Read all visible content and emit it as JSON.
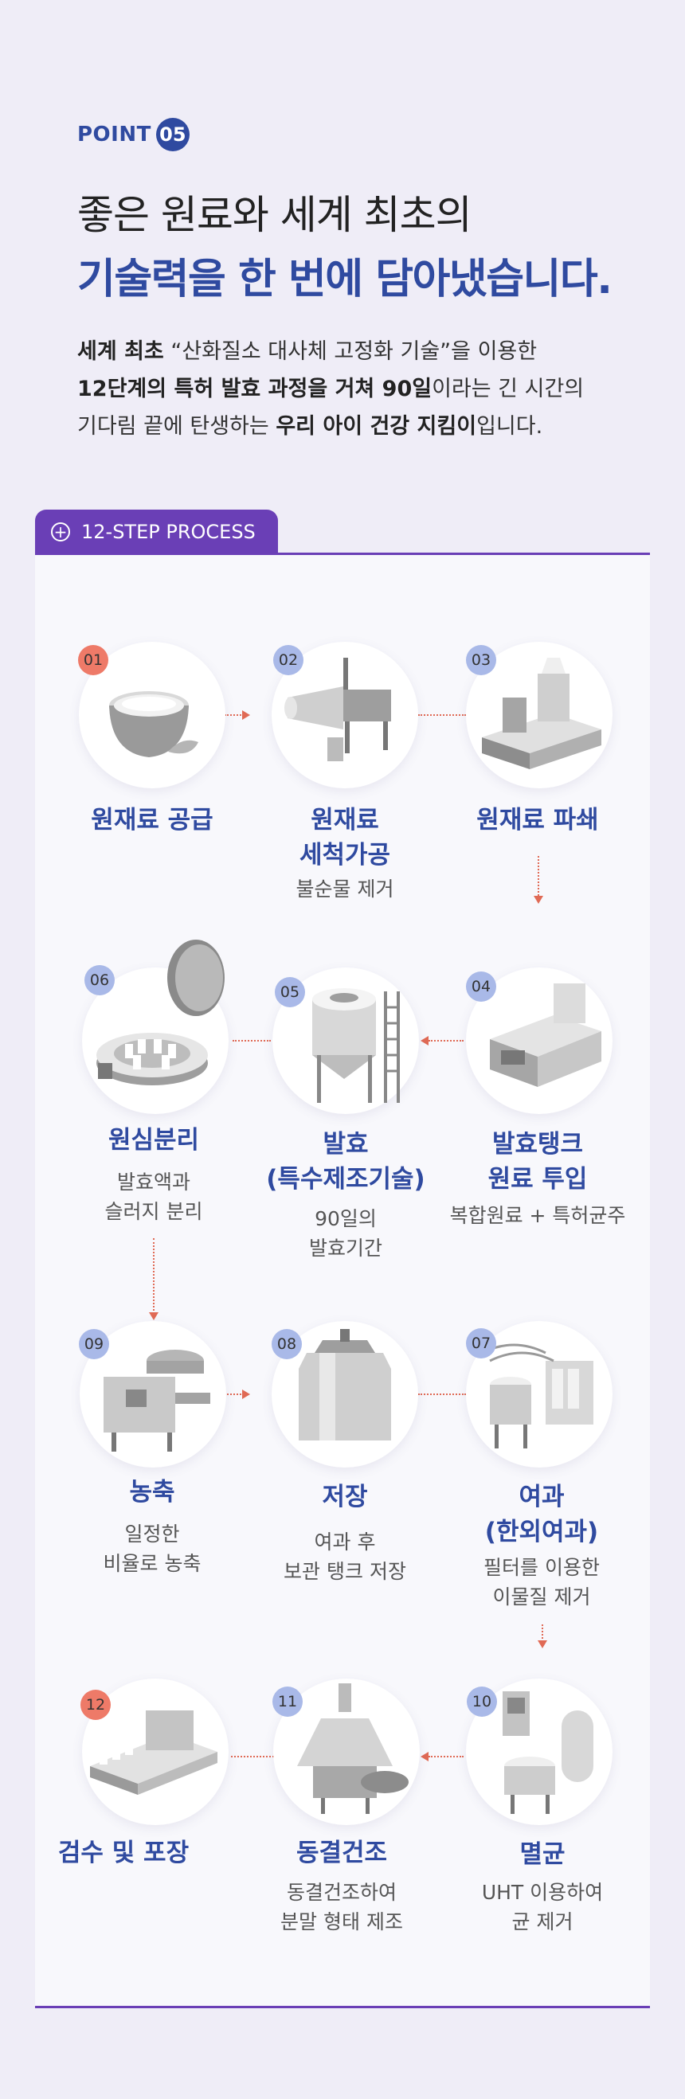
{
  "header": {
    "point_label": "POINT",
    "point_number": "05",
    "title_line1": "좋은 원료와 세계 최초의",
    "title_line2": "기술력을 한 번에 담아냈습니다."
  },
  "description": {
    "line1_bold": "세계 최초",
    "line1_rest": " “산화질소 대사체 고정화 기술”을 이용한",
    "line2_bold": "12단계의 특허 발효 과정을 거쳐 90일",
    "line2_rest": "이라는 긴 시간의",
    "line3_start": "기다림 끝에 탄생하는 ",
    "line3_bold": "우리 아이 건강 지킴이",
    "line3_end": "입니다."
  },
  "process_tab": {
    "icon": "plus-circle-icon",
    "label": "12-STEP PROCESS"
  },
  "colors": {
    "accent_blue": "#2f4aa0",
    "accent_purple": "#6a3fb6",
    "connector_red": "#e06a55"
  },
  "steps": [
    {
      "num": "01",
      "title": "원재료 공급",
      "desc": "",
      "icon": "raw-material-bowl-icon"
    },
    {
      "num": "02",
      "title": "원재료\n세척가공",
      "desc": "불순물 제거",
      "icon": "washing-machine-icon"
    },
    {
      "num": "03",
      "title": "원재료 파쇄",
      "desc": "",
      "icon": "crusher-machine-icon"
    },
    {
      "num": "04",
      "title": "발효탱크\n원료 투입",
      "desc": "복합원료 + 특허균주",
      "icon": "fermentation-feeder-icon"
    },
    {
      "num": "05",
      "title": "발효\n(특수제조기술)",
      "desc": "90일의\n발효기간",
      "icon": "fermentation-tank-icon"
    },
    {
      "num": "06",
      "title": "원심분리",
      "desc": "발효액과\n슬러지 분리",
      "icon": "centrifuge-icon"
    },
    {
      "num": "07",
      "title": "여과\n(한외여과)",
      "desc": "필터를 이용한\n이물질 제거",
      "icon": "filtration-system-icon"
    },
    {
      "num": "08",
      "title": "저장",
      "desc": "여과 후\n보관 탱크 저장",
      "icon": "storage-tank-icon"
    },
    {
      "num": "09",
      "title": "농축",
      "desc": "일정한\n비율로 농축",
      "icon": "concentrator-icon"
    },
    {
      "num": "10",
      "title": "멸균",
      "desc": "UHT 이용하여\n균 제거",
      "icon": "sterilizer-icon"
    },
    {
      "num": "11",
      "title": "동결건조",
      "desc": "동결건조하여\n분말 형태 제조",
      "icon": "freeze-dryer-icon"
    },
    {
      "num": "12",
      "title": "검수 및 포장",
      "desc": "",
      "icon": "packaging-line-icon"
    }
  ]
}
